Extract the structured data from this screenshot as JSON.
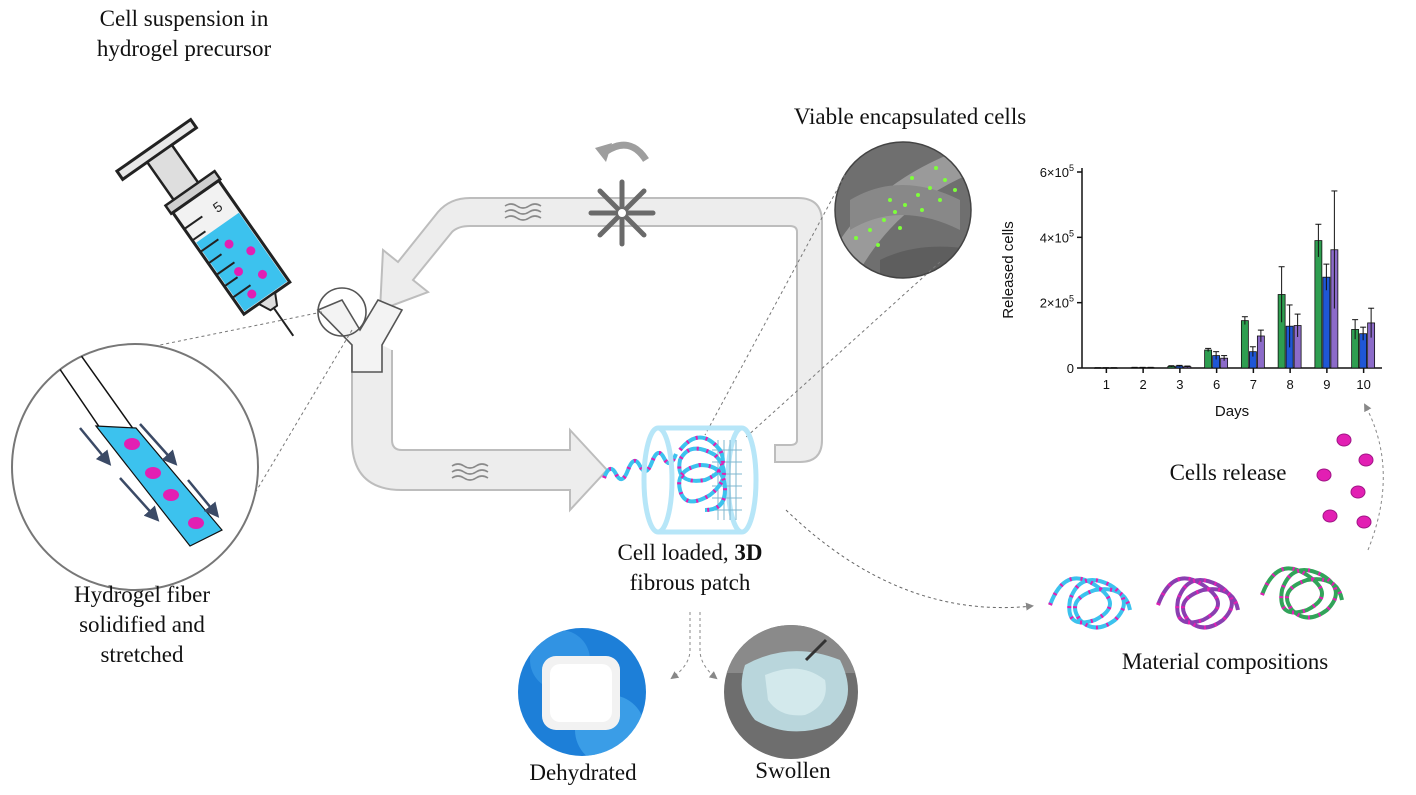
{
  "labels": {
    "syringe_line1": "Cell suspension in",
    "syringe_line2": "hydrogel precursor",
    "fiber_line1": "Hydrogel fiber",
    "fiber_line2": "solidified and",
    "fiber_line3": "stretched",
    "viable": "Viable encapsulated cells",
    "patch_line1_prefix": "Cell loaded, ",
    "patch_line1_bold": "3D",
    "patch_line2": "fibrous patch",
    "dehydrated": "Dehydrated",
    "swollen": "Swollen",
    "release": "Cells release",
    "materials": "Material compositions",
    "syringe_mark": "5"
  },
  "colors": {
    "cyan": "#3cc2ee",
    "magenta": "#e21fb3",
    "purple": "#8a3fb0",
    "green": "#32a35a",
    "gray_channel": "#ececec",
    "gray_stroke": "#bdbdbd"
  },
  "chart_data": {
    "type": "bar",
    "title": "",
    "xlabel": "Days",
    "ylabel": "Released cells",
    "yticks": [
      {
        "value": 0,
        "label": "0"
      },
      {
        "value": 200000,
        "label": "2×10",
        "exp": "5"
      },
      {
        "value": 400000,
        "label": "4×10",
        "exp": "5"
      },
      {
        "value": 600000,
        "label": "6×10",
        "exp": "5"
      }
    ],
    "ylim": [
      0,
      600000
    ],
    "categories": [
      "1",
      "2",
      "3",
      "6",
      "7",
      "8",
      "9",
      "10"
    ],
    "series": [
      {
        "color": "#2e9e50",
        "values": [
          500,
          1000,
          5000,
          55000,
          145000,
          225000,
          390000,
          118000
        ],
        "errors": [
          500,
          1000,
          2000,
          5000,
          12000,
          85000,
          50000,
          30000
        ]
      },
      {
        "color": "#1f57d6",
        "values": [
          500,
          1000,
          6000,
          38000,
          50000,
          128000,
          278000,
          105000
        ],
        "errors": [
          500,
          1000,
          2000,
          12000,
          15000,
          65000,
          40000,
          20000
        ]
      },
      {
        "color": "#8c6bc9",
        "values": [
          500,
          1000,
          4000,
          30000,
          98000,
          130000,
          362000,
          138000
        ],
        "errors": [
          500,
          1000,
          2000,
          8000,
          18000,
          35000,
          180000,
          45000
        ]
      }
    ],
    "grid": false,
    "legend": "none"
  }
}
